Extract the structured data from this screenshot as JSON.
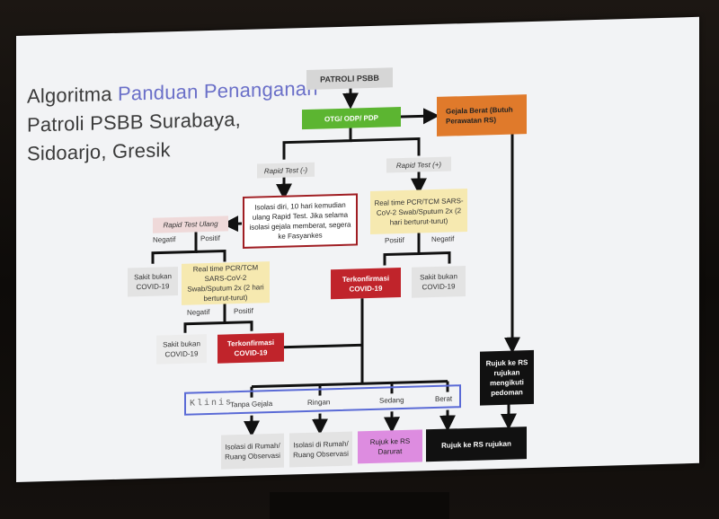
{
  "title": {
    "line1_prefix": "Algoritma ",
    "line1_highlight": "Panduan Penanganan",
    "line2": "Patroli PSBB Surabaya,",
    "line3": "Sidoarjo, Gresik"
  },
  "nodes": {
    "patroli": "PATROLI PSBB",
    "otg": "OTG/ ODP/ PDP",
    "gejala_berat": "Gejala Berat (Butuh Perawatan RS)",
    "rapid_neg": "Rapid Test (-)",
    "rapid_pos": "Rapid Test (+)",
    "isolasi_10": "Isolasi diri, 10 hari kemudian ulang Rapid Test. Jika selama isolasi gejala memberat, segera ke Fasyankes",
    "pcr_right": "Real time PCR/TCM SARS-CoV-2 Swab/Sputum 2x (2 hari berturut-turut)",
    "rapid_ulang": "Rapid Test Ulang",
    "sakit_bukan_1": "Sakit bukan COVID-19",
    "pcr_left": "Real time PCR/TCM SARS-CoV-2 Swab/Sputum 2x (2 hari berturut-turut)",
    "terkonfirmasi_mid": "Terkonfirmasi COVID-19",
    "sakit_bukan_right": "Sakit bukan COVID-19",
    "sakit_bukan_2": "Sakit bukan COVID-19",
    "terkonfirmasi_left": "Terkonfirmasi COVID-19",
    "rujuk_pedoman": "Rujuk ke RS rujukan mengikuti pedoman",
    "klinis": "Klinis",
    "tanpa_gejala": "Tanpa Gejala",
    "ringan": "Ringan",
    "sedang": "Sedang",
    "berat": "Berat",
    "isolasi_rumah_1": "Isolasi di Rumah/ Ruang Observasi",
    "isolasi_rumah_2": "Isolasi di Rumah/ Ruang Observasi",
    "rujuk_darurat": "Rujuk ke RS Darurat",
    "rujuk_rs_rujukan": "Rujuk ke RS rujukan"
  },
  "edge_labels": {
    "negatif_1": "Negatif",
    "positif_1": "Positif",
    "positif_right": "Positif",
    "negatif_right": "Negatif",
    "negatif_2": "Negatif",
    "positif_2": "Positif"
  },
  "colors": {
    "green": "#5cb531",
    "orange": "#e07a2b",
    "red": "#c0242b",
    "yellow": "#f6e9b0",
    "violet": "#dd8ce0",
    "klinis_border": "#5a6ad6"
  }
}
